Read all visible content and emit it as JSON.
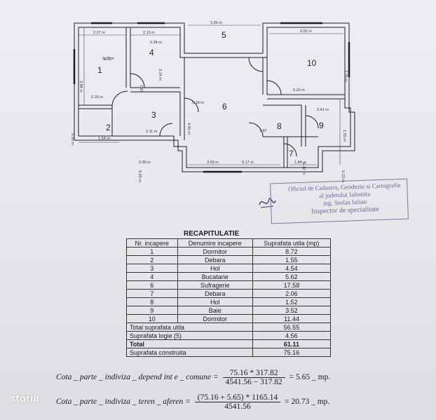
{
  "floor_plan": {
    "rooms": [
      {
        "number": "1",
        "area_label": "8.72"
      },
      {
        "number": "2"
      },
      {
        "number": "3"
      },
      {
        "number": "4"
      },
      {
        "number": "5"
      },
      {
        "number": "6"
      },
      {
        "number": "7"
      },
      {
        "number": "8"
      },
      {
        "number": "9"
      },
      {
        "number": "10"
      }
    ],
    "dimensions": [
      "2.27 m",
      "2.13 m",
      "3.26 m",
      "3.52 m",
      "0.13 m",
      "0.34 m",
      "3.84 m",
      "3.14 m",
      "1.97",
      "0.15 m",
      "1.54 m",
      "0.95 m",
      "2.11 m",
      "4.91 m",
      "0.18 m",
      "1.97",
      "3.59 m",
      "0.17 m",
      "1.84 m",
      "0.30 m",
      "2.41 m",
      "1.55 m",
      "3.25 m",
      "0.20 m",
      "0.25 m",
      "0.13 m",
      "1.12 m"
    ]
  },
  "stamp": {
    "line1": "Oficiul de Cadastru, Geodezie si Cartografie",
    "line2": "al judetului Ialomita",
    "line3": "ing. Stefan Iulian",
    "line4": "Inspector de specialitate"
  },
  "recap": {
    "title": "RECAPITULATIE",
    "headers": [
      "Nr. incapere",
      "Denumire incapere",
      "Suprafata utila (mp)"
    ],
    "rows": [
      [
        "1",
        "Dormitor",
        "8.72"
      ],
      [
        "2",
        "Debara",
        "1.55"
      ],
      [
        "3",
        "Hol",
        "4.54"
      ],
      [
        "4",
        "Bucatarie",
        "5.62"
      ],
      [
        "6",
        "Sufragerie",
        "17.58"
      ],
      [
        "7",
        "Debara",
        "2.06"
      ],
      [
        "8",
        "Hol",
        "1.52"
      ],
      [
        "9",
        "Baie",
        "3.52"
      ],
      [
        "10",
        "Dormitor",
        "11.44"
      ]
    ],
    "totals": [
      {
        "label": "Total suprafata utila",
        "value": "56.55"
      },
      {
        "label": "Suprafata logie (5)",
        "value": "4.56"
      },
      {
        "label": "Total",
        "value": "61.11"
      },
      {
        "label": "Suprafata construita",
        "value": "75.16"
      }
    ]
  },
  "formulas": {
    "f1": {
      "lhs": "Cota _ parte _ indiviza _ depend int e _ comune =",
      "numerator": "75.16 * 317.82",
      "denominator": "4541.56 − 317.82",
      "result": "= 5.65 _ mp."
    },
    "f2": {
      "lhs": "Cota _ parte _ indiviza _ teren _ aferen =",
      "numerator": "(75.16 + 5.65) * 1165.14",
      "denominator": "4541.56",
      "result": "= 20.73 _ mp."
    }
  },
  "watermark": "storia",
  "colors": {
    "stamp_ink": "#5f6a95",
    "paper": "#e9e7ec"
  }
}
